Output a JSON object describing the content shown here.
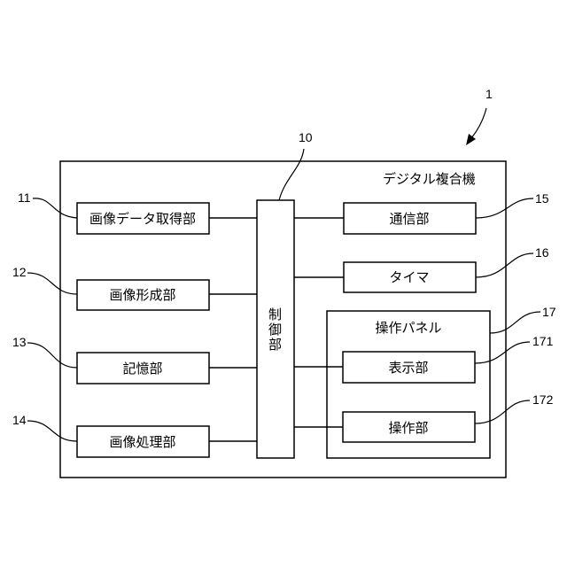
{
  "device": {
    "ref": "1",
    "title": "デジタル複合機"
  },
  "controller": {
    "ref": "10",
    "chars": [
      "制",
      "御",
      "部"
    ]
  },
  "left_blocks": [
    {
      "ref": "11",
      "label": "画像データ取得部"
    },
    {
      "ref": "12",
      "label": "画像形成部"
    },
    {
      "ref": "13",
      "label": "記憶部"
    },
    {
      "ref": "14",
      "label": "画像処理部"
    }
  ],
  "right_blocks": [
    {
      "ref": "15",
      "label": "通信部"
    },
    {
      "ref": "16",
      "label": "タイマ"
    }
  ],
  "panel": {
    "ref": "17",
    "title": "操作パネル",
    "items": [
      {
        "ref": "171",
        "label": "表示部"
      },
      {
        "ref": "172",
        "label": "操作部"
      }
    ]
  }
}
